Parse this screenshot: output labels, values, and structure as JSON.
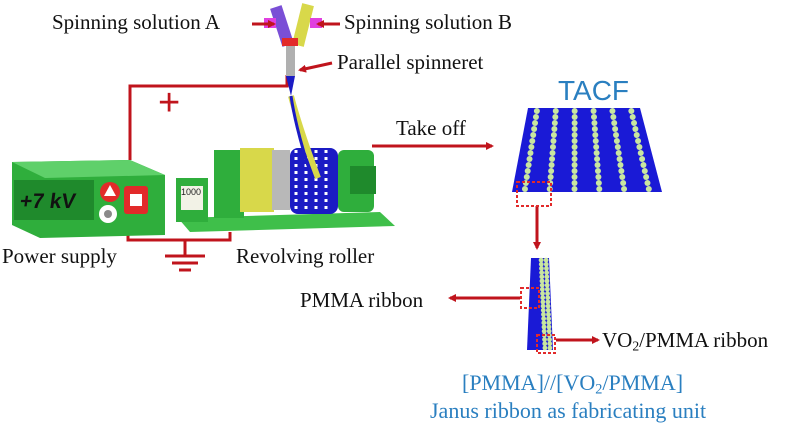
{
  "labels": {
    "spinning_a": "Spinning solution A",
    "spinning_b": "Spinning solution B",
    "parallel_spinneret": "Parallel spinneret",
    "tacf": "TACF",
    "take_off": "Take off",
    "power_supply": "Power supply",
    "revolving_roller": "Revolving roller",
    "pmma_ribbon": "PMMA ribbon",
    "vo2_prefix": "VO",
    "vo2_sub": "2",
    "vo2_suffix": "/PMMA ribbon",
    "janus_line1_a": "[PMMA]//[VO",
    "janus_line1_sub": "2",
    "janus_line1_b": "/PMMA]",
    "janus_line2": "Janus ribbon as fabricating unit",
    "voltage": "+7 kV",
    "polarity": "+",
    "meter": "1000"
  },
  "colors": {
    "arrow": "#c0141c",
    "wire": "#c0141c",
    "machine_green": "#2fae3c",
    "ribbon_blue": "#1a1ad6",
    "bead": "#c9e6a0",
    "caption_blue": "#2a7fc0"
  }
}
